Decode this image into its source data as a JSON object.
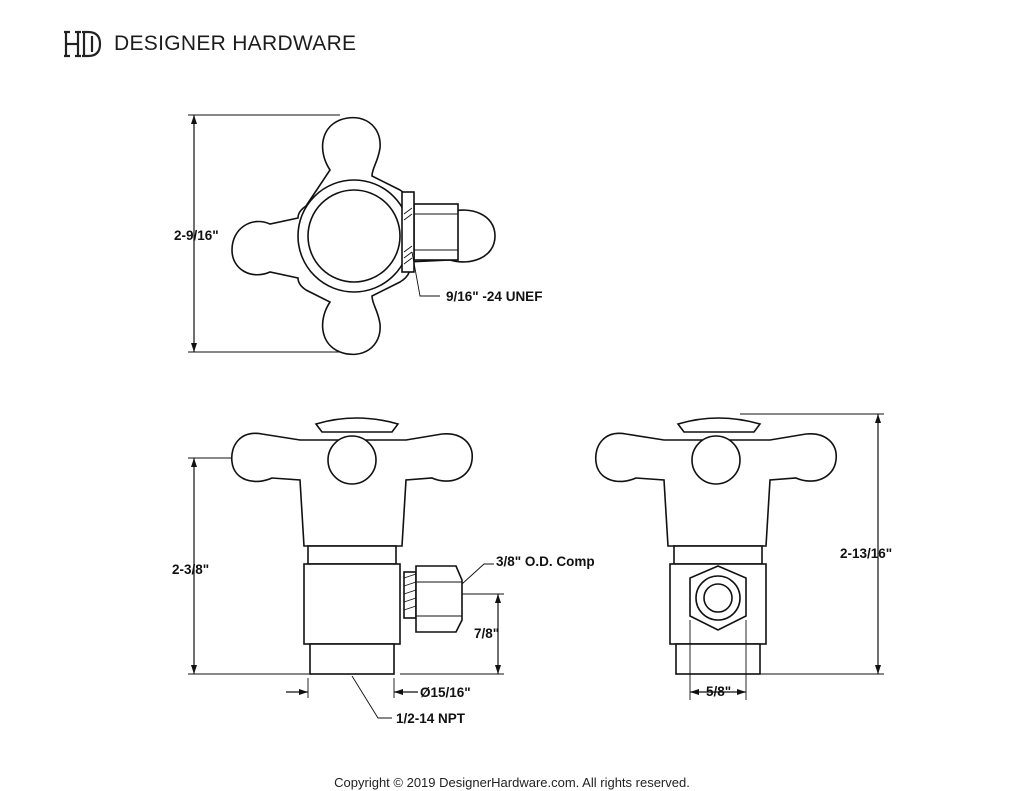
{
  "brand": {
    "name": "DESIGNER HARDWARE"
  },
  "dimensions": {
    "top_height": "2-9/16\"",
    "thread_outlet": "9/16\" -24 UNEF",
    "side_height": "2-3/8\"",
    "outlet_comp": "3/8\" O.D. Comp",
    "outlet_offset": "7/8\"",
    "body_diameter": "Ø15/16\"",
    "inlet_thread": "1/2-14 NPT",
    "overall_height": "2-13/16\"",
    "outlet_width": "5/8\""
  },
  "footer": {
    "copyright": "Copyright © 2019 DesignerHardware.com. All rights reserved."
  }
}
